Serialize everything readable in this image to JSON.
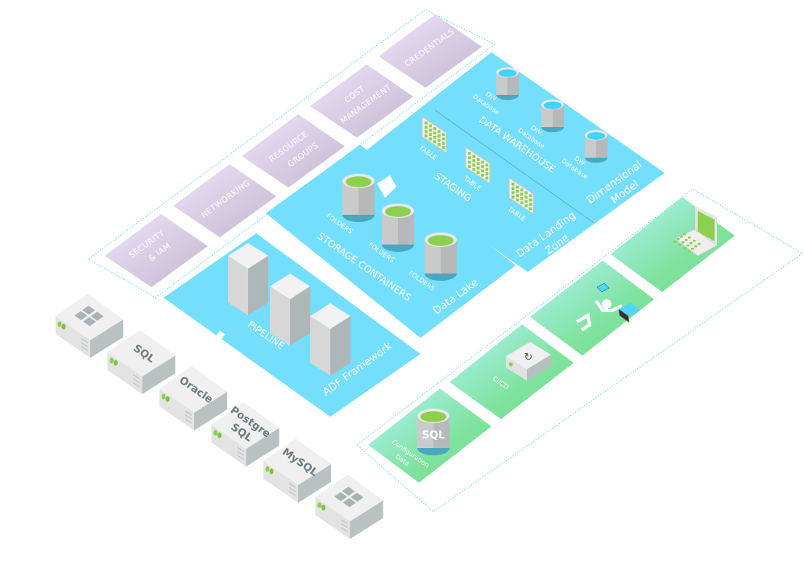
{
  "colors": {
    "purple_tile": "#dccfee",
    "blue_tile": "#73dffc",
    "green_tile": "#7fe39a",
    "cyan_light": "#b0f1fb",
    "dashed_border": "#5fd3f0",
    "server": "#eeeeee",
    "cylinder_green": "#8dd04e",
    "cylinder_blue": "#3fd4f8"
  },
  "governance": {
    "security_line1": "SECURITY",
    "security_line2": "& IAM",
    "networking": "NETWORKING",
    "resource_line1": "RESOURCE",
    "resource_line2": "GROUPS",
    "cost_line1": "COST",
    "cost_line2": "MANAGEMENT",
    "credentials": "CREDENTIALS"
  },
  "adf": {
    "pipeline": "PIPELINE",
    "title": "ADF Framework"
  },
  "data_lake": {
    "containers": "STORAGE CONTAINERS",
    "title": "Data Lake",
    "folders": [
      "FOLDERS",
      "FOLDERS",
      "FOLDERS"
    ]
  },
  "warehouse": {
    "data_warehouse": "DATA WAREHOUSE",
    "staging": "STAGING",
    "dimensional_line1": "Dimensional",
    "dimensional_line2": "Model",
    "landing_line1": "Data Landing",
    "landing_line2": "Zone",
    "tables": [
      "TABLE",
      "TABLE",
      "TABLE"
    ],
    "dw_line1": "DW",
    "dw_line2": "Database"
  },
  "sources": [
    {
      "icon": "windows-icon",
      "line1": "",
      "line2": ""
    },
    {
      "icon": "",
      "line1": "SQL",
      "line2": ""
    },
    {
      "icon": "",
      "line1": "Oracle",
      "line2": ""
    },
    {
      "icon": "",
      "line1": "Postgre",
      "line2": "SQL"
    },
    {
      "icon": "",
      "line1": "MySQL",
      "line2": ""
    },
    {
      "icon": "windows-icon",
      "line1": "",
      "line2": ""
    }
  ],
  "devops": {
    "config_line1": "Configuration",
    "config_line2": "Data",
    "sql_badge": "SQL",
    "cicd": "CI/CD"
  }
}
